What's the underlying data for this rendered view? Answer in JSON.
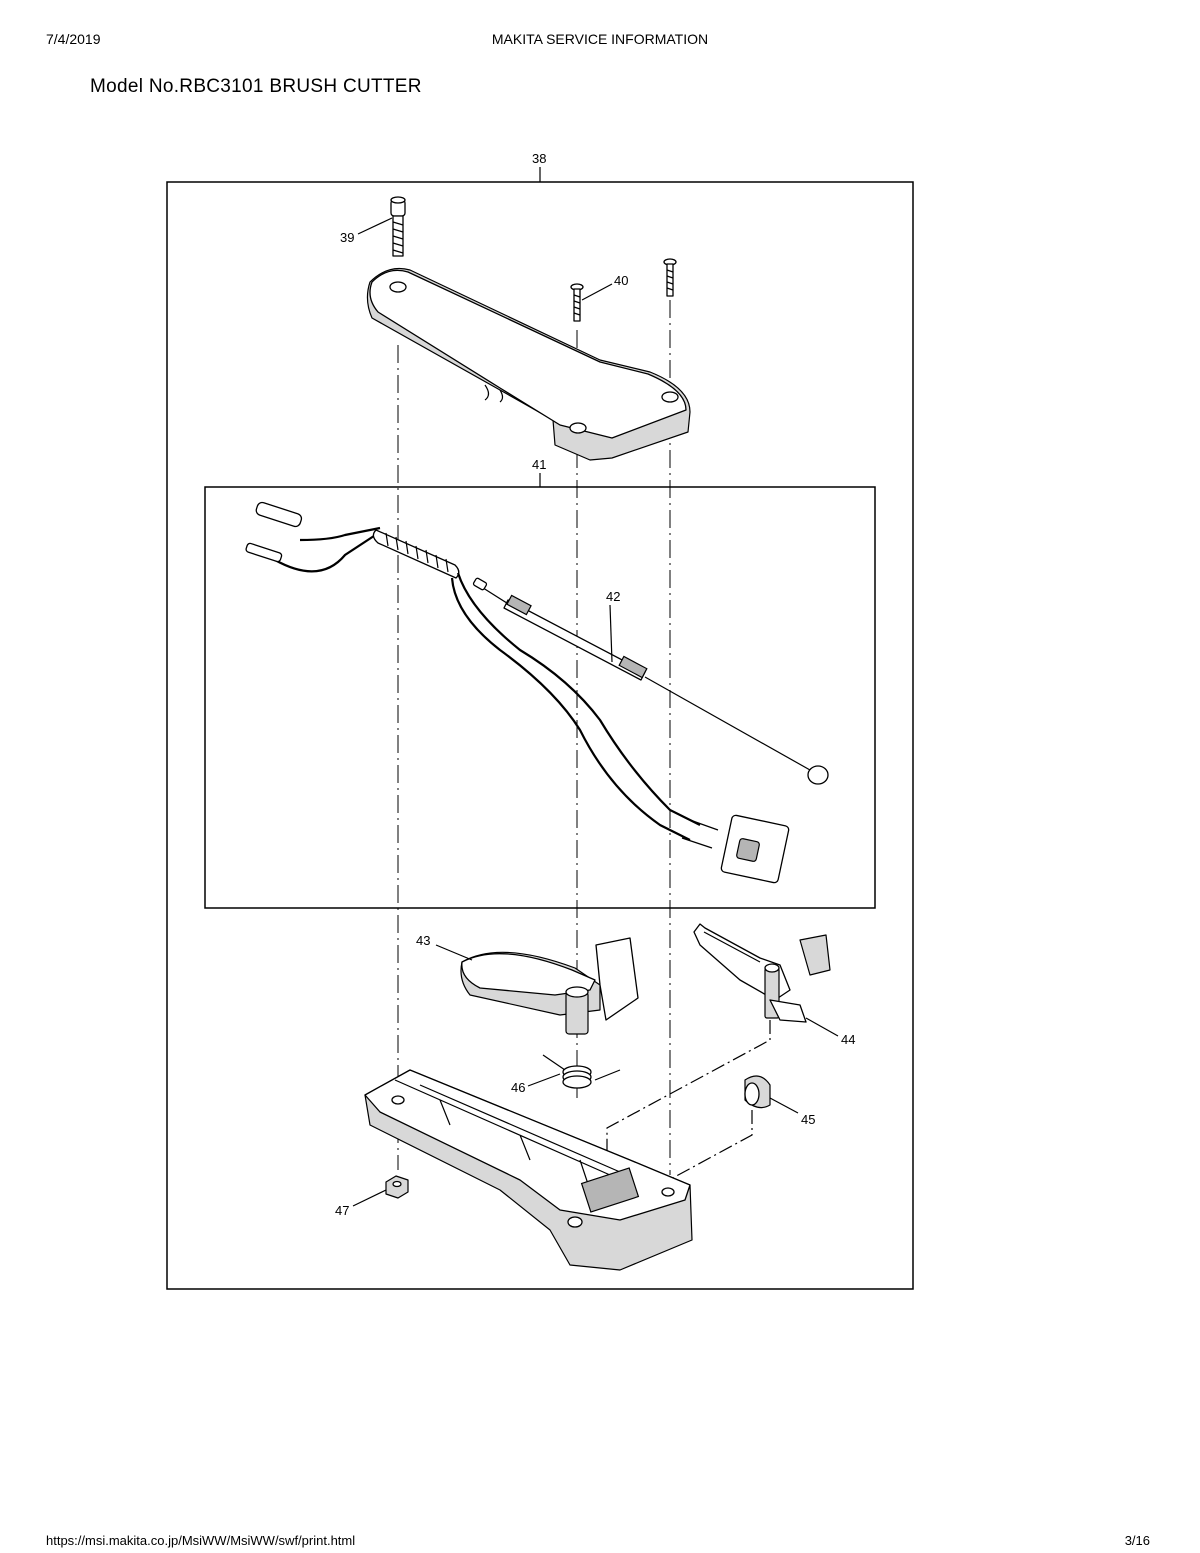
{
  "header": {
    "date": "7/4/2019",
    "title": "MAKITA SERVICE INFORMATION"
  },
  "model_title": "Model No.RBC3101 BRUSH CUTTER",
  "diagram": {
    "callouts": [
      {
        "id": "38",
        "label": "38"
      },
      {
        "id": "39",
        "label": "39"
      },
      {
        "id": "40",
        "label": "40"
      },
      {
        "id": "41",
        "label": "41"
      },
      {
        "id": "42",
        "label": "42"
      },
      {
        "id": "43",
        "label": "43"
      },
      {
        "id": "44",
        "label": "44"
      },
      {
        "id": "45",
        "label": "45"
      },
      {
        "id": "46",
        "label": "46"
      },
      {
        "id": "47",
        "label": "47"
      }
    ]
  },
  "footer": {
    "url": "https://msi.makita.co.jp/MsiWW/MsiWW/swf/print.html",
    "page": "3/16"
  }
}
